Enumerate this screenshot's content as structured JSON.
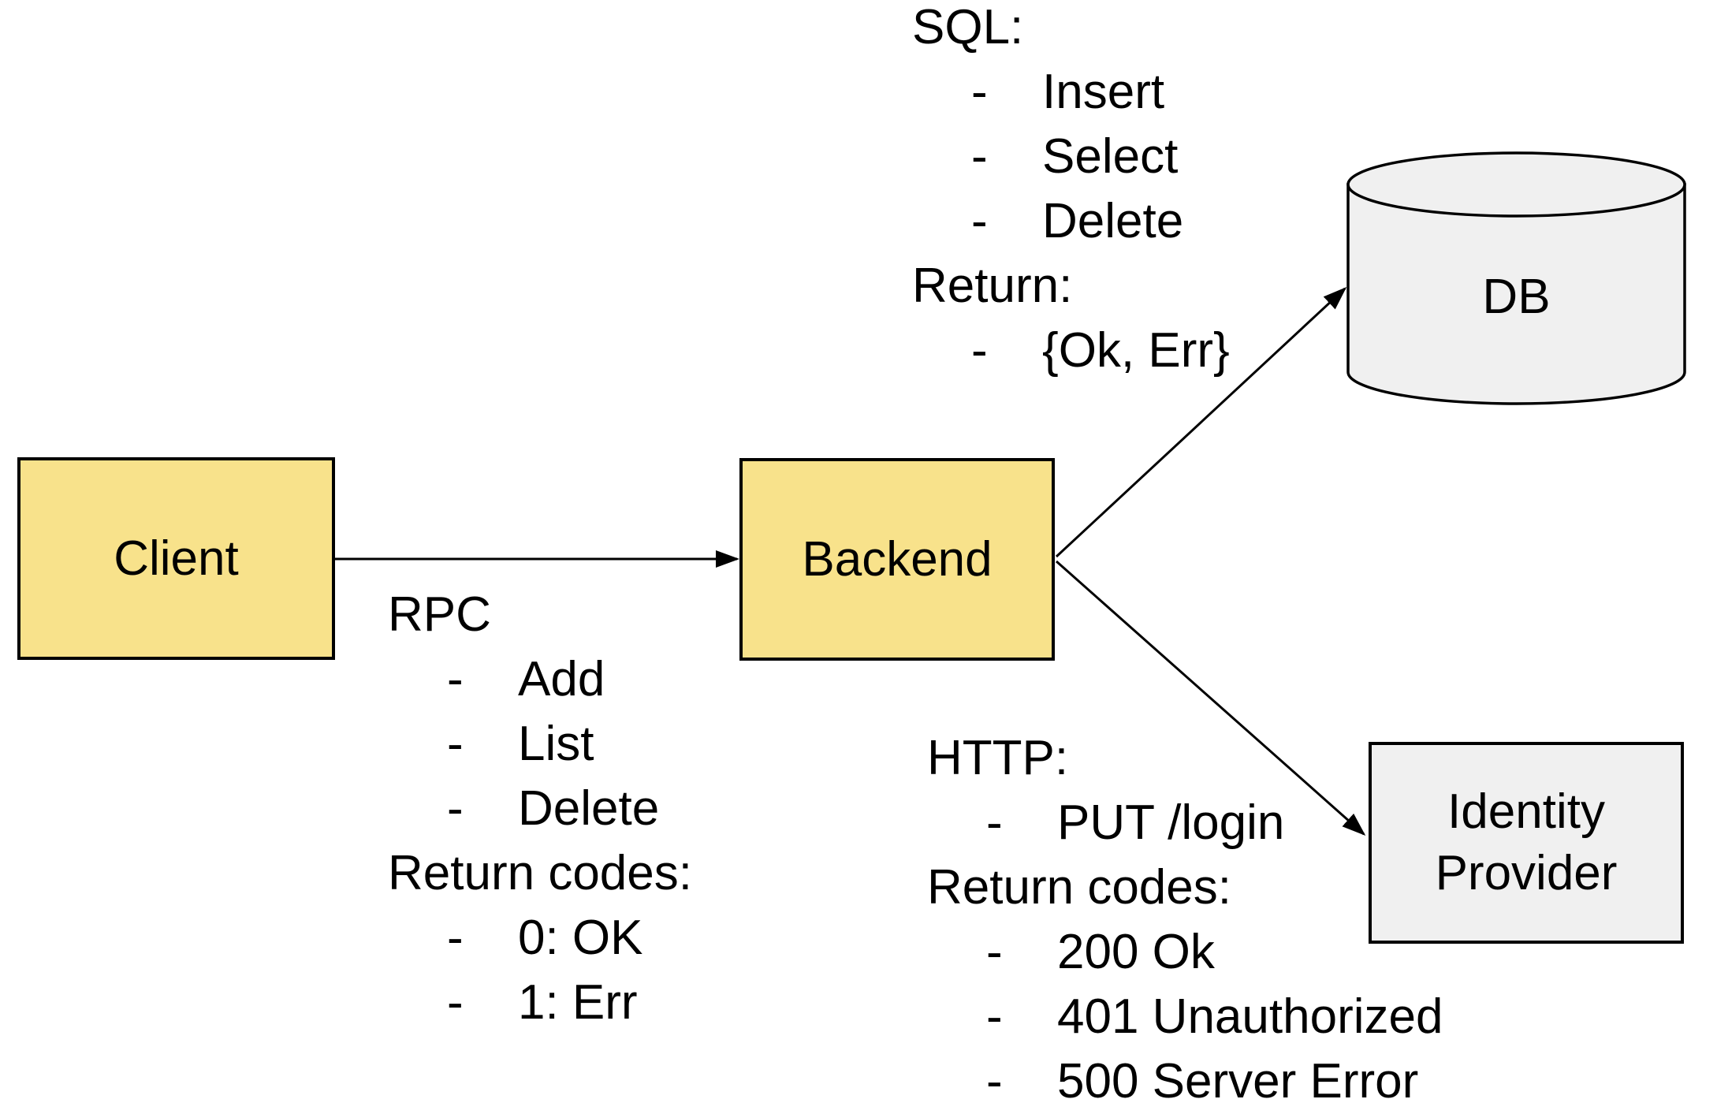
{
  "bullet": "-",
  "nodes": {
    "client": {
      "label": "Client"
    },
    "backend": {
      "label": "Backend"
    },
    "db": {
      "label": "DB"
    },
    "identity_provider": {
      "label_lines": [
        "Identity",
        "Provider"
      ]
    }
  },
  "edges": [
    {
      "from": "client",
      "to": "backend"
    },
    {
      "from": "backend",
      "to": "db"
    },
    {
      "from": "backend",
      "to": "identity_provider"
    }
  ],
  "annotations": {
    "rpc": {
      "title": "RPC",
      "methods": [
        "Add",
        "List",
        "Delete"
      ],
      "return_heading": "Return codes:",
      "return_values": [
        "0: OK",
        "1: Err"
      ]
    },
    "sql": {
      "title": "SQL:",
      "statements": [
        "Insert",
        "Select",
        "Delete"
      ],
      "return_heading": "Return:",
      "return_values": [
        "{Ok, Err}"
      ]
    },
    "http": {
      "title": "HTTP:",
      "requests": [
        "PUT /login"
      ],
      "return_heading": "Return codes:",
      "return_values": [
        "200 Ok",
        "401 Unauthorized",
        "500 Server Error"
      ]
    }
  },
  "colors": {
    "node_fill_yellow": "#F8E28B",
    "node_fill_gray": "#F0F0F0",
    "stroke": "#000000",
    "text": "#000000",
    "background": "#FFFFFF"
  }
}
